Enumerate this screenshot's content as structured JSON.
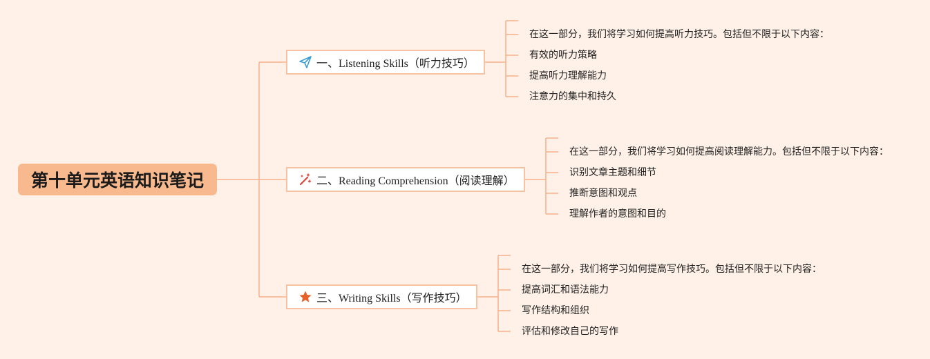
{
  "root": {
    "title": "第十单元英语知识笔记"
  },
  "branches": [
    {
      "label": "一、Listening Skills（听力技巧）",
      "icon": "paper-plane-icon",
      "leaves": [
        "在这一部分，我们将学习如何提高听力技巧。包括但不限于以下内容：",
        "有效的听力策略",
        "提高听力理解能力",
        "注意力的集中和持久"
      ]
    },
    {
      "label": "二、Reading Comprehension（阅读理解）",
      "icon": "magic-wand-icon",
      "leaves": [
        "在这一部分，我们将学习如何提高阅读理解能力。包括但不限于以下内容：",
        "识别文章主题和细节",
        "推断意图和观点",
        "理解作者的意图和目的"
      ]
    },
    {
      "label": "三、Writing Skills（写作技巧）",
      "icon": "star-icon",
      "leaves": [
        "在这一部分，我们将学习如何提高写作技巧。包括但不限于以下内容：",
        "提高词汇和语法能力",
        "写作结构和组织",
        "评估和修改自己的写作"
      ]
    }
  ],
  "colors": {
    "background": "#fff1e7",
    "root_fill": "#f9b98f",
    "connector": "#f7b08a",
    "branch_border": "#f7c3a3",
    "plane_icon": "#3b9bd4",
    "wand_icon": "#d9453a",
    "star_icon": "#e8602c"
  }
}
